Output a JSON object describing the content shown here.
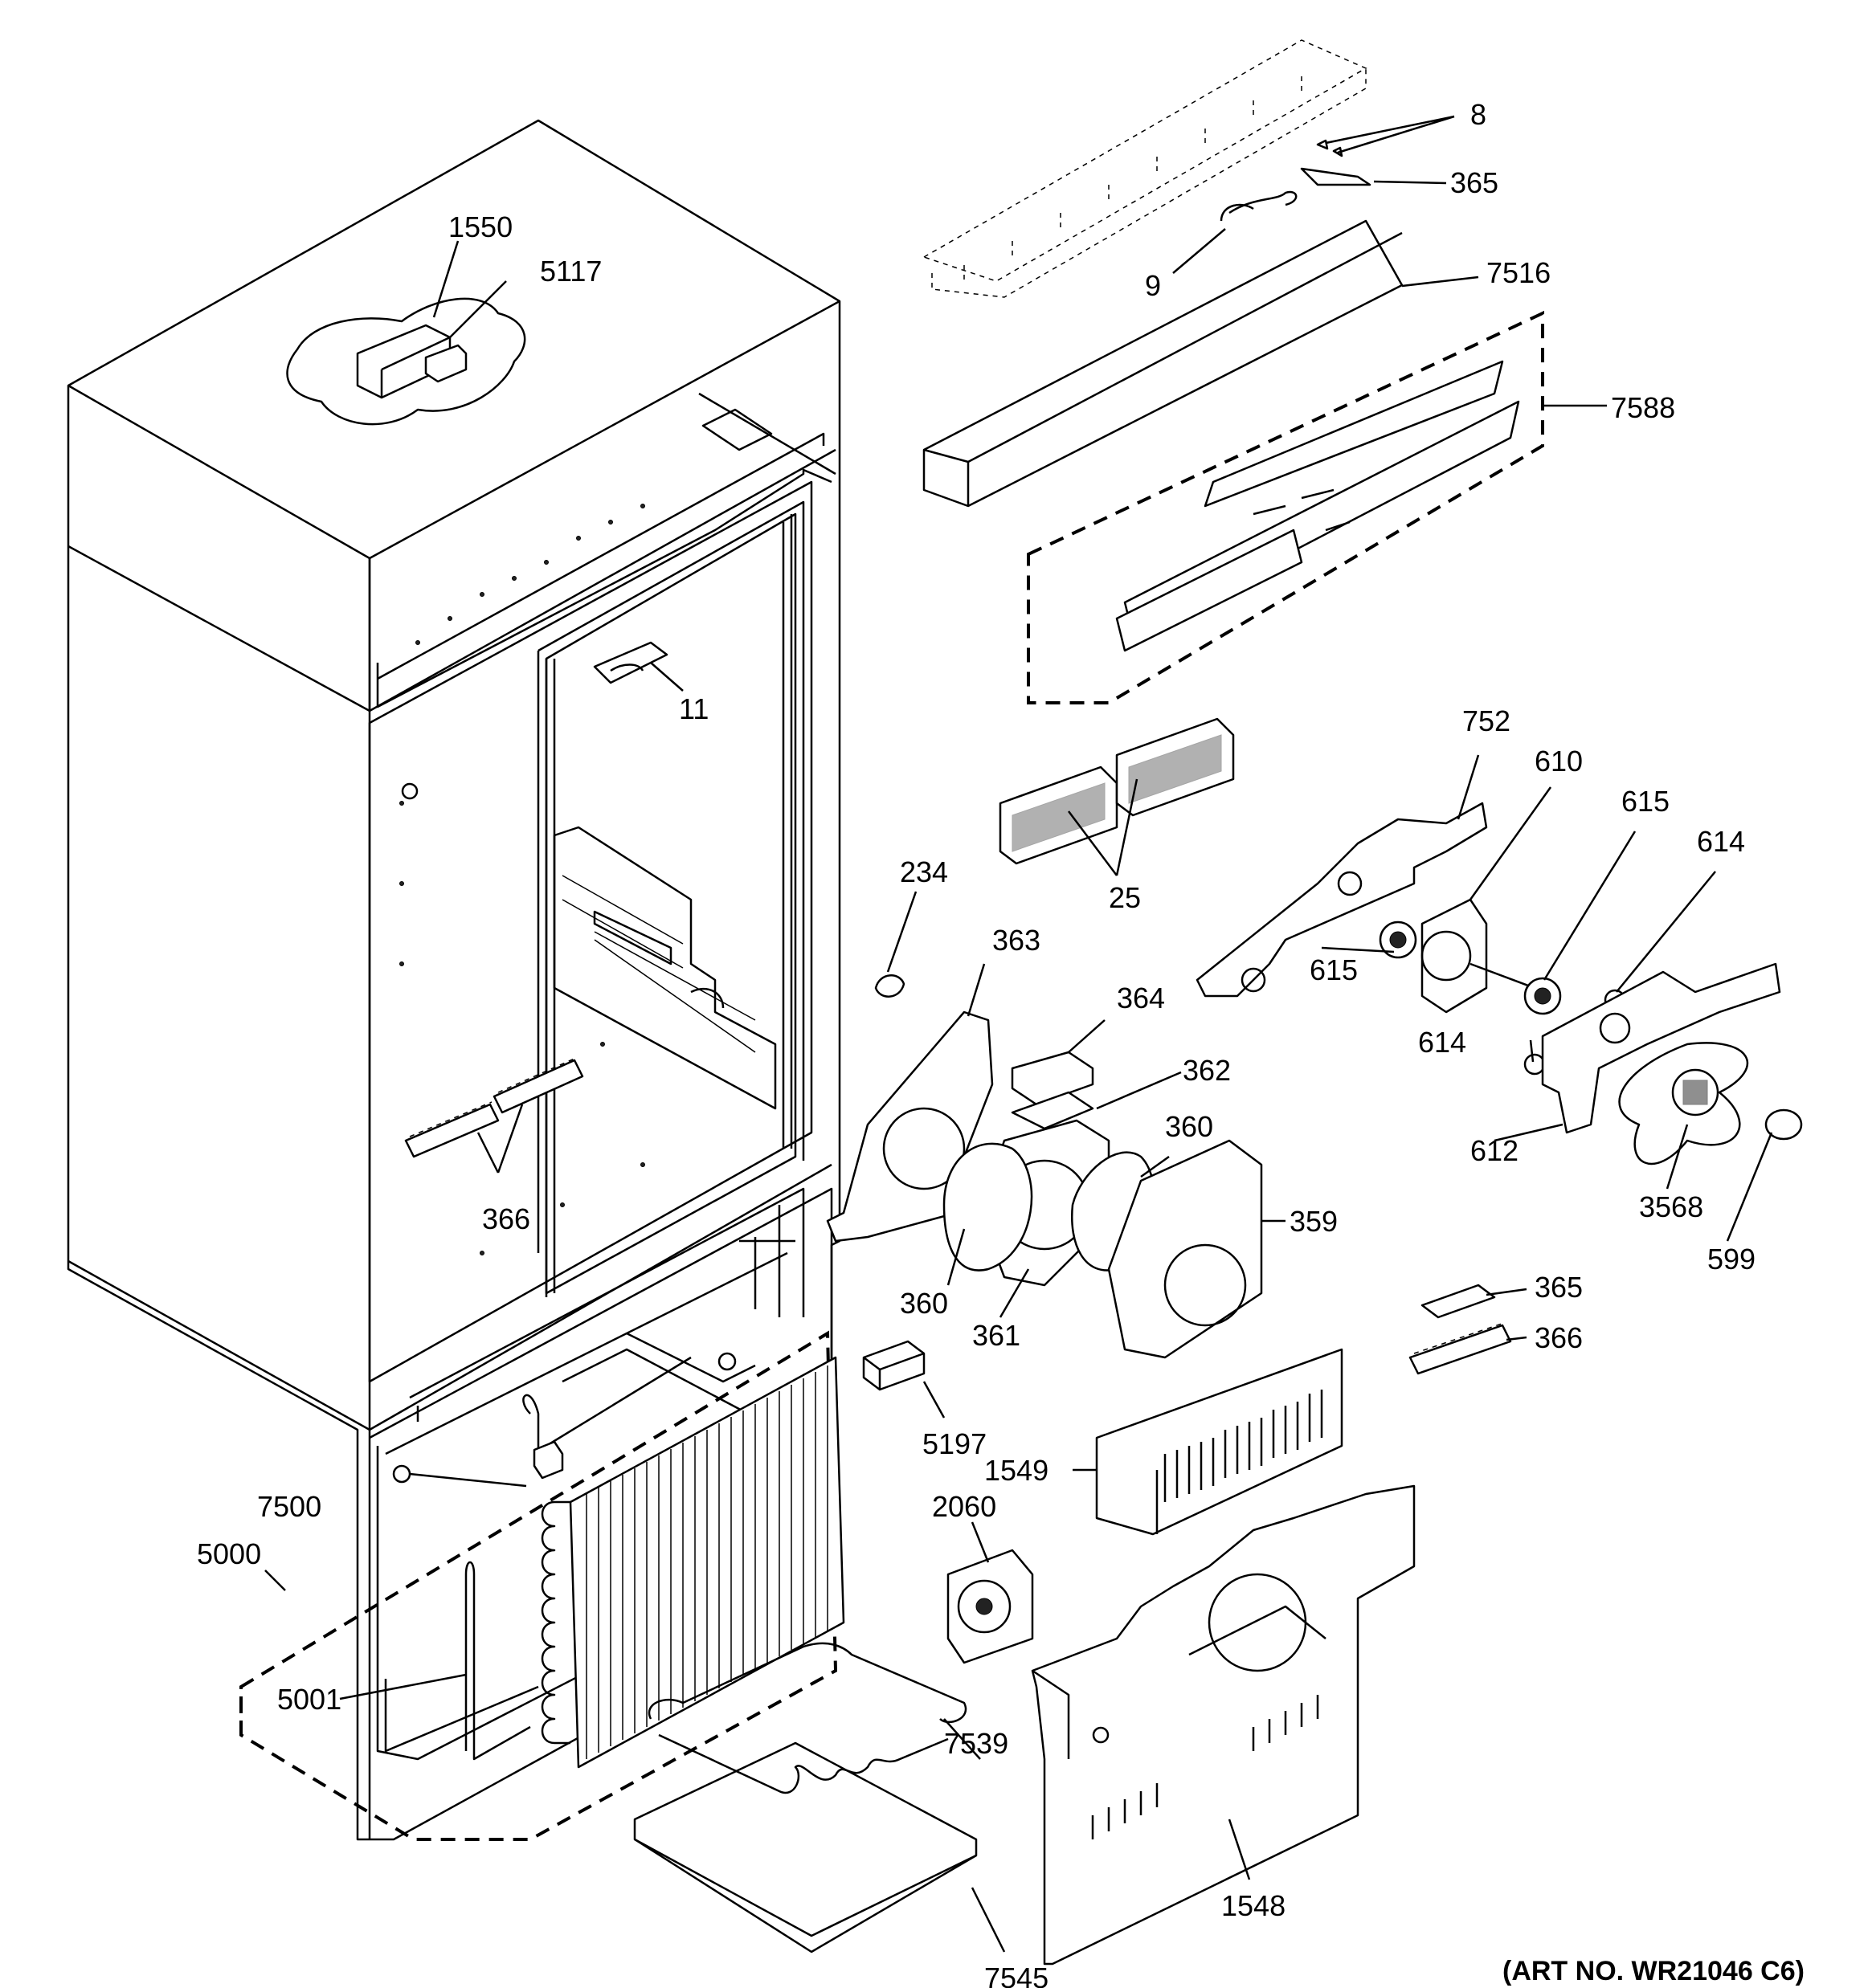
{
  "callouts": [
    "8",
    "365",
    "9",
    "7516",
    "7588",
    "1550",
    "5117",
    "11",
    "752",
    "610",
    "615",
    "614",
    "25",
    "234",
    "363",
    "364",
    "362",
    "360",
    "359",
    "612",
    "3568",
    "599",
    "366",
    "361",
    "5197",
    "366",
    "365",
    "1549",
    "7500",
    "2060",
    "5000",
    "5001",
    "7539",
    "1548",
    "7545",
    "615",
    "614",
    "360"
  ],
  "art_number": "(ART NO. WR21046 C6)"
}
